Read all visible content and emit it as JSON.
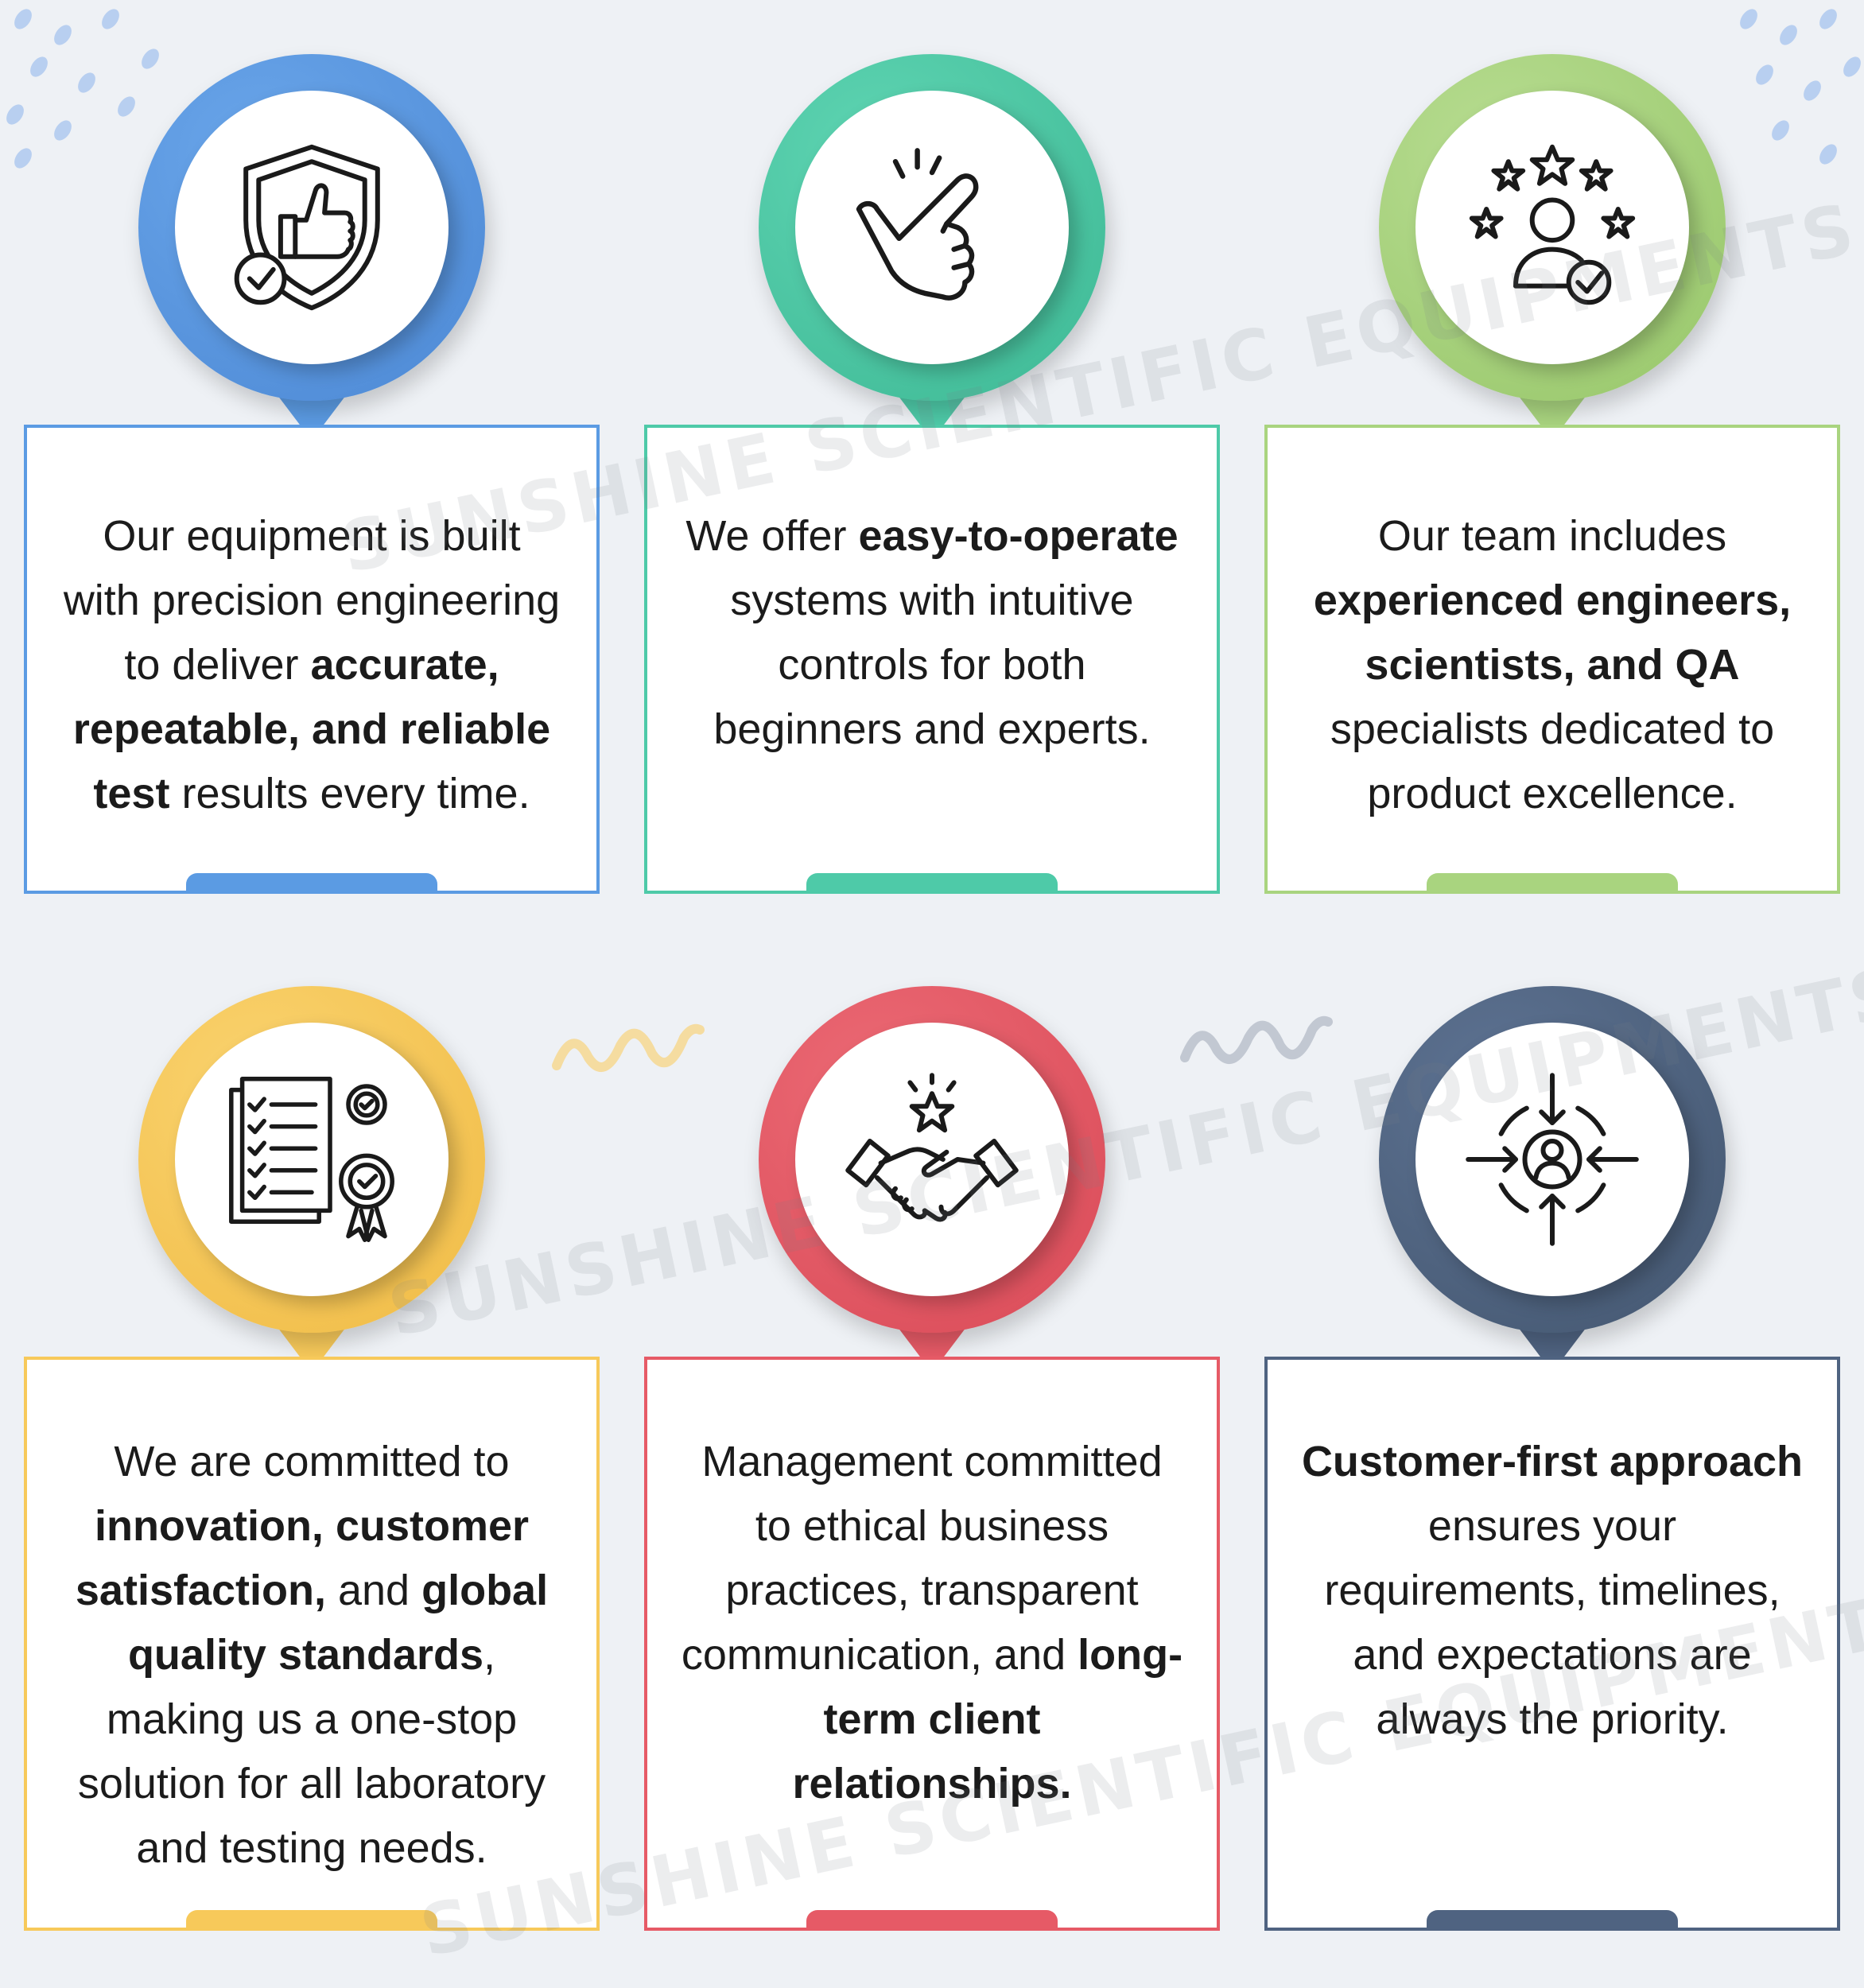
{
  "watermark": "SUNSHINE SCIENTIFIC EQUIPMENTS",
  "colors": {
    "blue": "#5b9be3",
    "teal": "#4ecaa8",
    "green": "#a9d47f",
    "yellow": "#f7c95a",
    "red": "#e65a66",
    "navy": "#4f6381"
  },
  "cards": [
    {
      "icon": "shield-thumbs-up-icon",
      "parts": [
        {
          "t": "Our equipment is built with precision engineering to deliver ",
          "b": false
        },
        {
          "t": "accurate, repeatable, and reliable test",
          "b": true
        },
        {
          "t": " results every time.",
          "b": false
        }
      ]
    },
    {
      "icon": "snap-fingers-icon",
      "parts": [
        {
          "t": "We offer ",
          "b": false
        },
        {
          "t": "easy-to-operate",
          "b": true
        },
        {
          "t": " systems with intuitive controls for both beginners and experts.",
          "b": false
        }
      ]
    },
    {
      "icon": "expert-stars-icon",
      "parts": [
        {
          "t": "Our team includes ",
          "b": false
        },
        {
          "t": "experienced engineers, scientists, and QA",
          "b": true
        },
        {
          "t": " specialists dedicated to product excellence.",
          "b": false
        }
      ]
    },
    {
      "icon": "certified-documents-icon",
      "parts": [
        {
          "t": "We are committed to ",
          "b": false
        },
        {
          "t": "innovation, customer satisfaction,",
          "b": true
        },
        {
          "t": " and ",
          "b": false
        },
        {
          "t": "global quality standards",
          "b": true
        },
        {
          "t": ", making us a one-stop solution for all laboratory and testing needs.",
          "b": false
        }
      ]
    },
    {
      "icon": "handshake-star-icon",
      "parts": [
        {
          "t": "Management committed to ethical business practices, transparent communication, and ",
          "b": false
        },
        {
          "t": "long-term client relationships.",
          "b": true
        }
      ]
    },
    {
      "icon": "customer-target-icon",
      "parts": [
        {
          "t": "Customer-first approach",
          "b": true
        },
        {
          "t": " ensures your requirements, timelines, and expectations are always the priority.",
          "b": false
        }
      ]
    }
  ]
}
